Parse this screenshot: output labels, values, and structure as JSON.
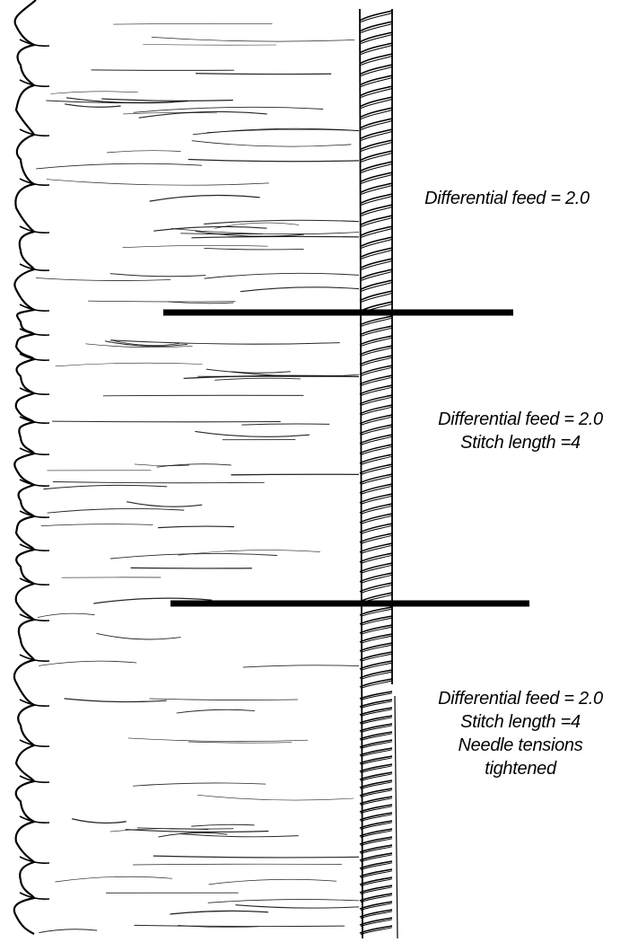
{
  "sections": [
    {
      "lines": [
        "Differential feed = 2.0"
      ]
    },
    {
      "lines": [
        "Differential feed = 2.0",
        "Stitch length =4"
      ]
    },
    {
      "lines": [
        "Differential feed = 2.0",
        "Stitch length =4",
        "Needle tensions",
        "tightened"
      ]
    }
  ],
  "colors": {
    "ink": "#000000",
    "paper": "#ffffff"
  }
}
